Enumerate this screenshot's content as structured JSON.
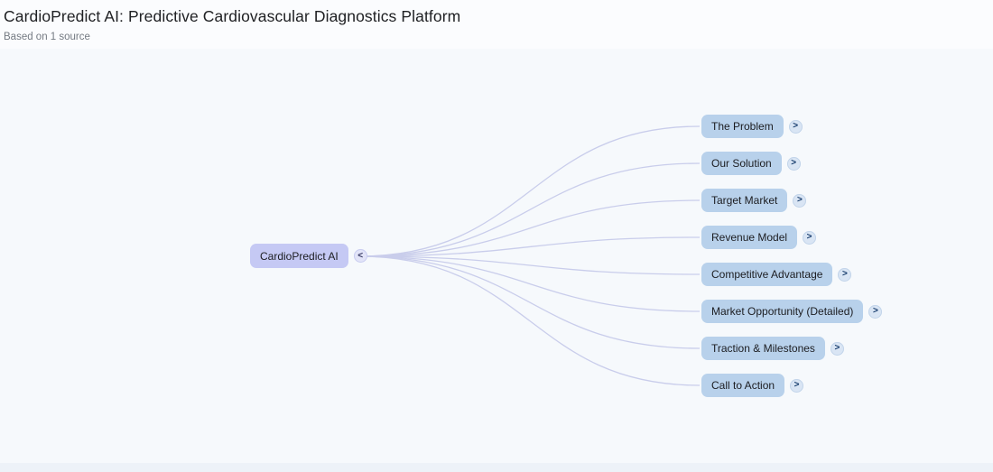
{
  "header": {
    "title": "CardioPredict AI: Predictive Cardiovascular Diagnostics Platform",
    "subtitle": "Based on 1 source"
  },
  "mindmap": {
    "root": {
      "label": "CardioPredict AI",
      "collapse_icon": "<"
    },
    "expand_icon": ">",
    "branches": [
      {
        "label": "The Problem"
      },
      {
        "label": "Our Solution"
      },
      {
        "label": "Target Market"
      },
      {
        "label": "Revenue Model"
      },
      {
        "label": "Competitive Advantage"
      },
      {
        "label": "Market Opportunity (Detailed)"
      },
      {
        "label": "Traction & Milestones"
      },
      {
        "label": "Call to Action"
      }
    ],
    "colors": {
      "root_fill": "#c5c9f4",
      "branch_fill": "#b8d1eb",
      "link": "#c9cdeb",
      "canvas_bg": "#f6f9fc"
    }
  }
}
